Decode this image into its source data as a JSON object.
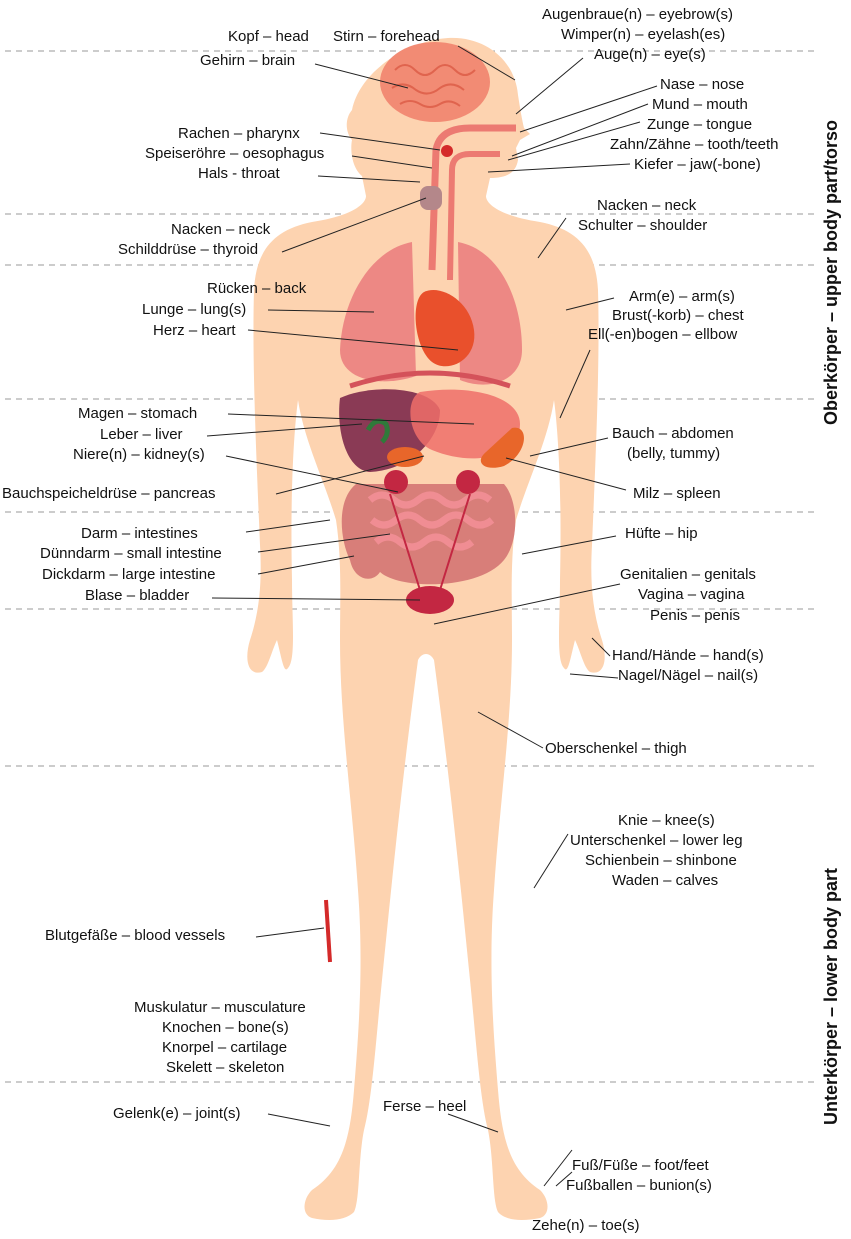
{
  "labels": {
    "kopf": "Kopf – head",
    "stirn": "Stirn – forehead",
    "augenbraue": "Augenbraue(n) – eyebrow(s)",
    "wimper": "Wimper(n) – eyelash(es)",
    "auge": "Auge(n) – eye(s)",
    "gehirn": "Gehirn – brain",
    "nase": "Nase – nose",
    "mund": "Mund – mouth",
    "zunge": "Zunge – tongue",
    "zahn": "Zahn/Zähne – tooth/teeth",
    "kiefer": "Kiefer – jaw(-bone)",
    "rachen": "Rachen – pharynx",
    "speiseroehre": "Speiseröhre – oesophagus",
    "hals": "Hals - throat",
    "nacken_left": "Nacken – neck",
    "schilddruese": "Schilddrüse – thyroid",
    "nacken_right": "Nacken – neck",
    "schulter": "Schulter – shoulder",
    "ruecken": "Rücken – back",
    "lunge": "Lunge – lung(s)",
    "herz": "Herz – heart",
    "arm": "Arm(e) – arm(s)",
    "brust": "Brust(-korb) – chest",
    "ellbogen": "Ell(-en)bogen – ellbow",
    "magen": "Magen – stomach",
    "leber": "Leber – liver",
    "niere": "Niere(n) – kidney(s)",
    "bauchspeichel": "Bauchspeicheldrüse – pancreas",
    "bauch": "Bauch – abdomen",
    "bauch2": "(belly, tummy)",
    "milz": "Milz – spleen",
    "darm": "Darm – intestines",
    "duenndarm": "Dünndarm – small intestine",
    "dickdarm": "Dickdarm – large  intestine",
    "blase": "Blase – bladder",
    "huefte": "Hüfte – hip",
    "genitalien": "Genitalien – genitals",
    "vagina": "Vagina – vagina",
    "penis": "Penis – penis",
    "hand": "Hand/Hände – hand(s)",
    "nagel": "Nagel/Nägel – nail(s)",
    "oberschenkel": "Oberschenkel – thigh",
    "knie": "Knie – knee(s)",
    "unterschenkel": "Unterschenkel – lower leg",
    "schienbein": "Schienbein – shinbone",
    "waden": "Waden – calves",
    "blutgefaesse": "Blutgefäße – blood vessels",
    "muskulatur": "Muskulatur – musculature",
    "knochen": "Knochen – bone(s)",
    "knorpel": "Knorpel – cartilage",
    "skelett": "Skelett – skeleton",
    "gelenk": "Gelenk(e) – joint(s)",
    "ferse": "Ferse – heel",
    "fuss": "Fuß/Füße – foot/feet",
    "fussballen": "Fußballen – bunion(s)",
    "zehe": "Zehe(n) – toe(s)"
  },
  "sections": {
    "upper": "Oberkörper – upper body part/torso",
    "lower": "Unterkörper – lower body part"
  },
  "colors": {
    "skin": "#fdd3b0",
    "lung": "#ea7a7c",
    "heart": "#e9502c",
    "liver": "#8a3a55",
    "stomach": "#ef6f6a",
    "spleen": "#e8662a",
    "intestine": "#e36b73",
    "large_intestine": "#c85a62",
    "bladder": "#c32742",
    "brain": "#f28b74",
    "vessel": "#d42a2a",
    "thyroid": "#b4878a",
    "gallbladder": "#2f7a3a"
  }
}
